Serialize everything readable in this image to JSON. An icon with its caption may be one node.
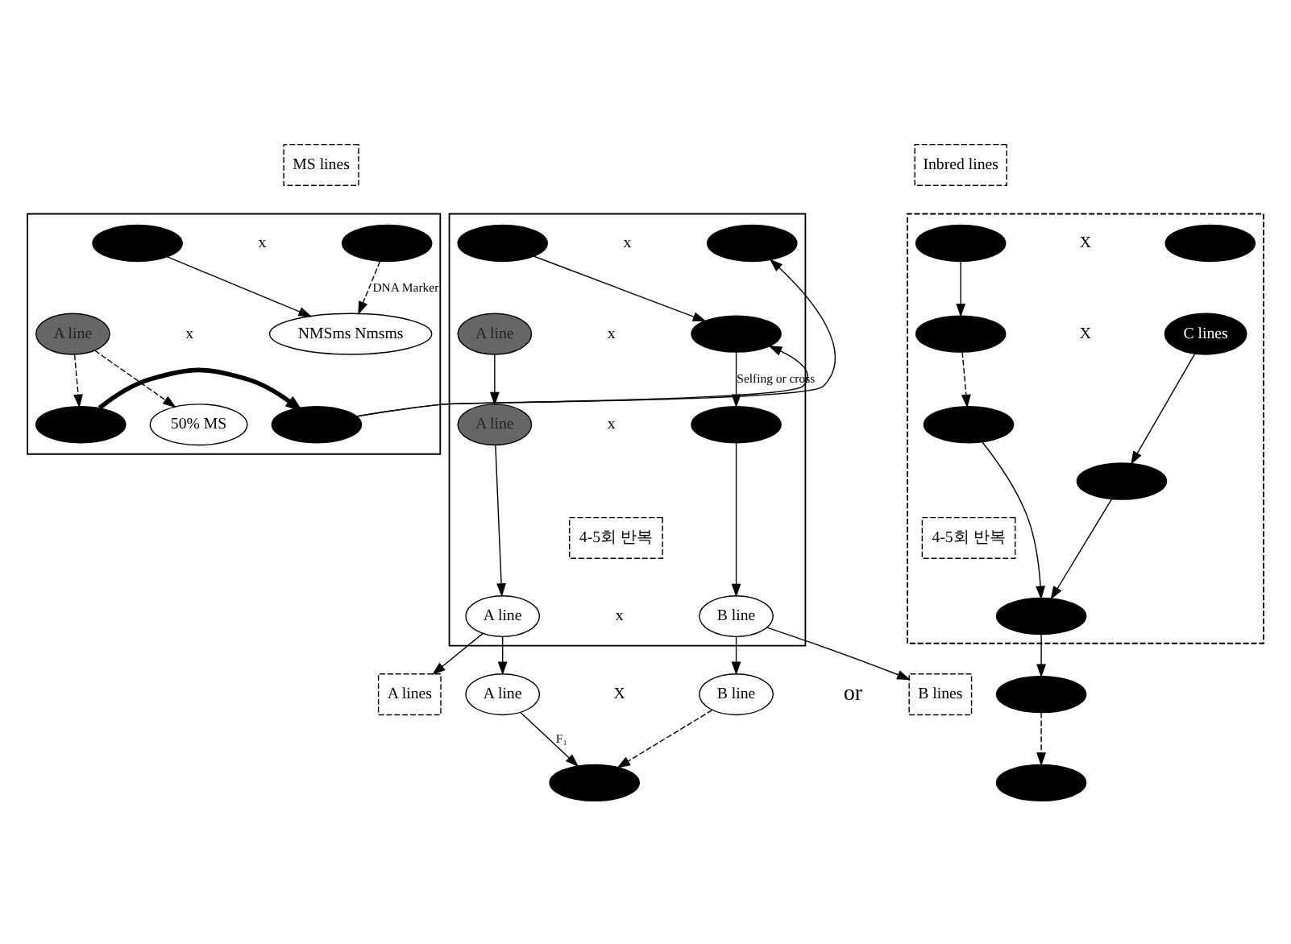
{
  "diagram": {
    "nodes": [
      {
        "text": [
          "MS lines"
        ]
      },
      {
        "text": [
          "Inbred lines"
        ]
      },
      {
        "text": [],
        "shape": "box"
      },
      {
        "text": [],
        "shape": "box"
      },
      {
        "text": [],
        "shape": "box"
      },
      {
        "text": [],
        "shape": "ellipse",
        "in": 2
      },
      {
        "text": [],
        "shape": "ellipse",
        "in": 2
      },
      {
        "text": [
          "A line"
        ],
        "in": 2
      },
      {
        "text": [],
        "shape": "ellipse",
        "in": 2
      },
      {
        "text": [
          "A line"
        ],
        "in": 2
      },
      {
        "text": [],
        "shape": "ellipse",
        "in": 2
      },
      {
        "text": [
          "4-5회 반복"
        ],
        "in": 2
      },
      {
        "text": [
          "A line"
        ],
        "in": 2
      },
      {
        "text": [
          "B line"
        ],
        "in": 2
      },
      {
        "text": [],
        "shape": "ellipse",
        "in": 3
      },
      {
        "text": [],
        "shape": "ellipse",
        "in": 3
      },
      {
        "text": [
          "A line"
        ],
        "in": 3
      },
      {
        "text": [
          "NMSms Nmsms"
        ],
        "in": 3
      },
      {
        "text": [
          "50% MS"
        ],
        "in": 3
      },
      {
        "text": [],
        "shape": "ellipse",
        "in": 3
      },
      {
        "text": [],
        "shape": "ellipse",
        "in": 3
      },
      {
        "text": [],
        "shape": "ellipse",
        "in": 4
      },
      {
        "text": [],
        "shape": "ellipse",
        "in": 4
      },
      {
        "text": [],
        "shape": "ellipse",
        "in": 4
      },
      {
        "text": [
          "C lines"
        ],
        "in": 4
      },
      {
        "text": [],
        "shape": "ellipse",
        "in": 4
      },
      {
        "text": [],
        "shape": "ellipse",
        "in": 4
      },
      {
        "text": [
          "4-5회 반복"
        ],
        "in": 4
      },
      {
        "text": [],
        "shape": "ellipse",
        "in": 4
      },
      {
        "text": [
          "A lines"
        ]
      },
      {
        "text": [
          "B lines"
        ]
      },
      {
        "text": [
          "A line"
        ]
      },
      {
        "text": [
          "B line"
        ]
      },
      {
        "text": [],
        "shape": "ellipse"
      },
      {
        "text": [],
        "shape": "ellipse"
      },
      {
        "text": [],
        "shape": "ellipse"
      }
    ],
    "edges": [
      {
        "from": 5,
        "to": 8,
        "arrow": "to"
      },
      {
        "from": 8,
        "to": 10,
        "arrow": "to",
        "label": "Selfing or cross"
      },
      {
        "from": 7,
        "to": 9,
        "arrow": "to"
      },
      {
        "from": 9,
        "to": 12,
        "arrow": "to"
      },
      {
        "from": 10,
        "to": 13,
        "arrow": "to"
      },
      {
        "from": 19,
        "to": 6,
        "arrow": "to"
      },
      {
        "from": 19,
        "to": 8,
        "arrow": "to"
      },
      {
        "from": 14,
        "to": 17,
        "arrow": "to"
      },
      {
        "from": 15,
        "to": 17,
        "arrow": "to",
        "style": "dashed",
        "label": "DNA Marker"
      },
      {
        "from": 16,
        "to": 18,
        "arrow": "to",
        "style": "dashed"
      },
      {
        "from": 16,
        "to": 20,
        "arrow": "to",
        "style": "dashed"
      },
      {
        "from": 20,
        "to": 19,
        "arrow": "to",
        "style": "thick"
      },
      {
        "from": 21,
        "to": 23,
        "arrow": "to"
      },
      {
        "from": 23,
        "to": 25,
        "arrow": "to",
        "style": "dashed"
      },
      {
        "from": 24,
        "to": 26,
        "arrow": "to"
      },
      {
        "from": 25,
        "to": 28,
        "arrow": "to"
      },
      {
        "from": 26,
        "to": 28,
        "arrow": "to"
      },
      {
        "from": 12,
        "to": 29,
        "arrow": "to"
      },
      {
        "from": 13,
        "to": 30,
        "arrow": "to"
      },
      {
        "from": 12,
        "to": 31,
        "arrow": "to"
      },
      {
        "from": 13,
        "to": 32,
        "arrow": "to"
      },
      {
        "from": 28,
        "to": 33,
        "arrow": "to"
      },
      {
        "from": 32,
        "to": 34,
        "arrow": "to",
        "style": "dashed"
      },
      {
        "from": 33,
        "to": 35,
        "arrow": "to",
        "style": "dashed"
      },
      {
        "from": 31,
        "to": 34,
        "arrow": "to",
        "label": "F₁"
      }
    ],
    "labels": [
      "x",
      "x",
      "x",
      "x",
      "x",
      "x",
      "X",
      "X",
      "X",
      "or"
    ]
  }
}
